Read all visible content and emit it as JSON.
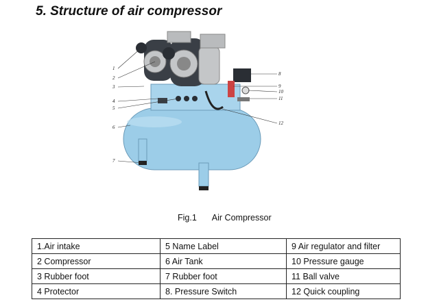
{
  "heading": "5. Structure of air compressor",
  "figure": {
    "caption_fig": "Fig.1",
    "caption_title": "Air Compressor",
    "callouts": [
      "1",
      "2",
      "3",
      "4",
      "5",
      "6",
      "7",
      "8",
      "9",
      "10",
      "11",
      "12"
    ]
  },
  "parts_table": {
    "rows": [
      [
        "1.Air intake",
        "5 Name Label",
        "9 Air regulator and filter"
      ],
      [
        "2 Compressor",
        "6 Air Tank",
        "10 Pressure gauge"
      ],
      [
        "3 Rubber foot",
        "7 Rubber foot",
        "11 Ball valve"
      ],
      [
        "4 Protector",
        "8. Pressure Switch",
        "12 Quick coupling"
      ]
    ]
  },
  "colors": {
    "tank": "#9ccde8",
    "motor": "#3a3f46",
    "head": "#c4c6c8"
  }
}
